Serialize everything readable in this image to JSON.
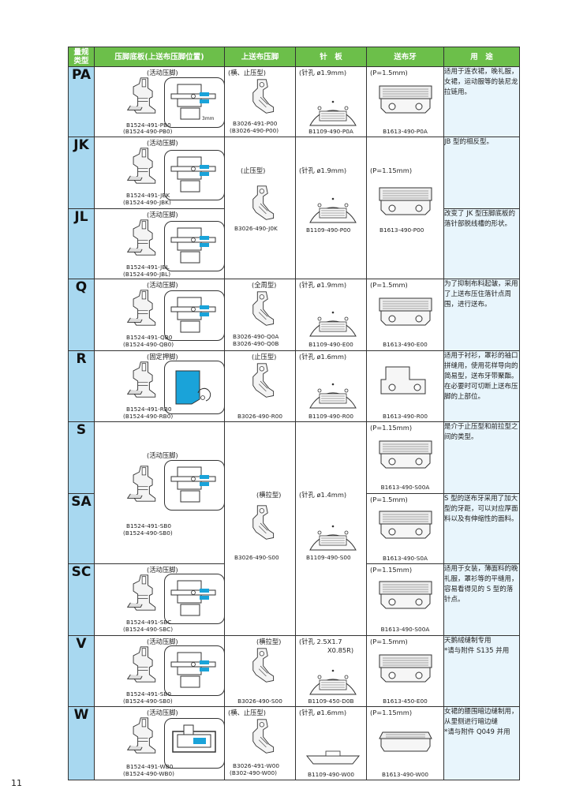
{
  "header": {
    "type": "量规类型",
    "foot": "压脚底板(上送布压脚位置)",
    "upper": "上送布压脚",
    "plate": "针　板",
    "feed": "送布牙",
    "use": "用　途"
  },
  "page_number": "11",
  "rows": {
    "PA": {
      "type": "PA",
      "foot_note": "(活动压脚)",
      "foot_code1": "B1524-491-PB0",
      "foot_code2": "(B1524-490-PB0)",
      "pos_note": "3mm",
      "upper_note": "(横、止压型)",
      "upper_code1": "B3026-491-P00",
      "upper_code2": "(B3026-490-P00)",
      "plate_note": "(针孔 ø1.9mm)",
      "plate_code": "B1109-490-P0A",
      "feed_note": "(P=1.5mm)",
      "feed_code": "B1613-490-P0A",
      "use": "适用于连衣裙，晚礼服，女裙，运动服等的装尼龙拉链用。"
    },
    "JK": {
      "type": "JK",
      "foot_note": "(活动压脚)",
      "foot_code1": "B1524-491-JBK",
      "foot_code2": "(B1524-490-JBK)",
      "upper_note": "(止压型)",
      "upper_code": "B3026-490-J0K",
      "plate_note": "(针孔 ø1.9mm)",
      "plate_code": "B1109-490-P00",
      "feed_note": "(P=1.15mm)",
      "feed_code": "B1613-490-P00",
      "use": "JB 型的相反型。"
    },
    "JL": {
      "type": "JL",
      "foot_note": "(活动压脚)",
      "foot_code1": "B1524-491-JBL",
      "foot_code2": "(B1524-490-JBL)",
      "use": "改变了 JK 型压脚底板的落针部脱线槽的形状。"
    },
    "Q": {
      "type": "Q",
      "foot_note": "(活动压脚)",
      "foot_code1": "B1524-491-QB0",
      "foot_code2": "(B1524-490-QB0)",
      "upper_note": "(全周型)",
      "upper_code1": "B3026-490-Q0A",
      "upper_code2": "B3026-490-Q0B",
      "plate_note": "(针孔 ø1.9mm)",
      "plate_code": "B1109-490-E00",
      "feed_note": "(P=1.5mm)",
      "feed_code": "B1613-490-E00",
      "use": "为了抑制布料起皱，采用了上送布压住落针点周围，进行送布。"
    },
    "R": {
      "type": "R",
      "foot_note": "(固定押脚)",
      "foot_code1": "B1524-491-RB0",
      "foot_code2": "(B1524-490-RB0)",
      "upper_note": "(止压型)",
      "upper_code": "B3026-490-R00",
      "plate_note": "(针孔 ø1.6mm)",
      "plate_code": "B1109-490-R00",
      "feed_code": "B1613-490-R00",
      "use": "适用于衬衫，罩衫的袖口拼缝用，使用花样导向的简易型，送布牙带聚酯。在必要时可切断上送布压脚的上部位。"
    },
    "S": {
      "type": "S",
      "foot_note": "(活动压脚)",
      "feed_note": "(P=1.15mm)",
      "feed_code": "B1613-490-S00A",
      "use": "是介于止压型和前拉型之间的类型。"
    },
    "SA": {
      "type": "SA",
      "foot_code1": "B1524-491-SB0",
      "foot_code2": "(B1524-490-SB0)",
      "upper_note": "(横拉型)",
      "upper_code": "B3026-490-S00",
      "plate_note": "(针孔 ø1.4mm)",
      "plate_code": "B1109-490-S00",
      "feed_note": "(P=1.5mm)",
      "feed_code": "B1613-490-S0A",
      "use": "S 型的送布牙采用了加大型的牙距，可以对应厚面料以及有伸缩性的面料。"
    },
    "SC": {
      "type": "SC",
      "foot_note": "(活动压脚)",
      "foot_code1": "B1524-491-SBC",
      "foot_code2": "(B1524-490-SBC)",
      "feed_note": "(P=1.15mm)",
      "feed_code": "B1613-490-S00A",
      "use": "适用于女装，薄面料的晚礼服，罩衫等的平缝用，容易看得见的 S 型的落针点。"
    },
    "V": {
      "type": "V",
      "foot_note": "(活动压脚)",
      "foot_code1": "B1524-491-SB0",
      "foot_code2": "(B1524-490-SB0)",
      "upper_note": "(横拉型)",
      "upper_code": "B3026-490-S00",
      "plate_note1": "(针孔 2.5X1.7",
      "plate_note2": "X0.85R)",
      "plate_code": "B1109-450-D0B",
      "feed_note": "(P=1.5mm)",
      "feed_code": "B1613-450-E00",
      "use": "天鹅绒缝制专用\n*请与附件 S135 并用"
    },
    "W": {
      "type": "W",
      "foot_note": "(活动压脚)",
      "foot_code1": "B1524-491-WB0",
      "foot_code2": "(B1524-490-WB0)",
      "upper_note": "(横、止压型)",
      "upper_code1": "B3026-491-W00",
      "upper_code2": "(B302-490-W00)",
      "plate_note": "(针孔 ø1.6mm)",
      "plate_code": "B1109-490-W00",
      "feed_note": "(P=1.15mm)",
      "feed_code": "B1613-490-W00",
      "use": "女裙的腰围暗边缝制用，从里侧进行暗边缝\n*请与附件 Q049 并用"
    }
  },
  "colors": {
    "header_green": "#6cbf4a",
    "type_blue": "#a8d8f0",
    "use_blue": "#e8f5fc",
    "accent_cyan": "#1aa3d9"
  }
}
